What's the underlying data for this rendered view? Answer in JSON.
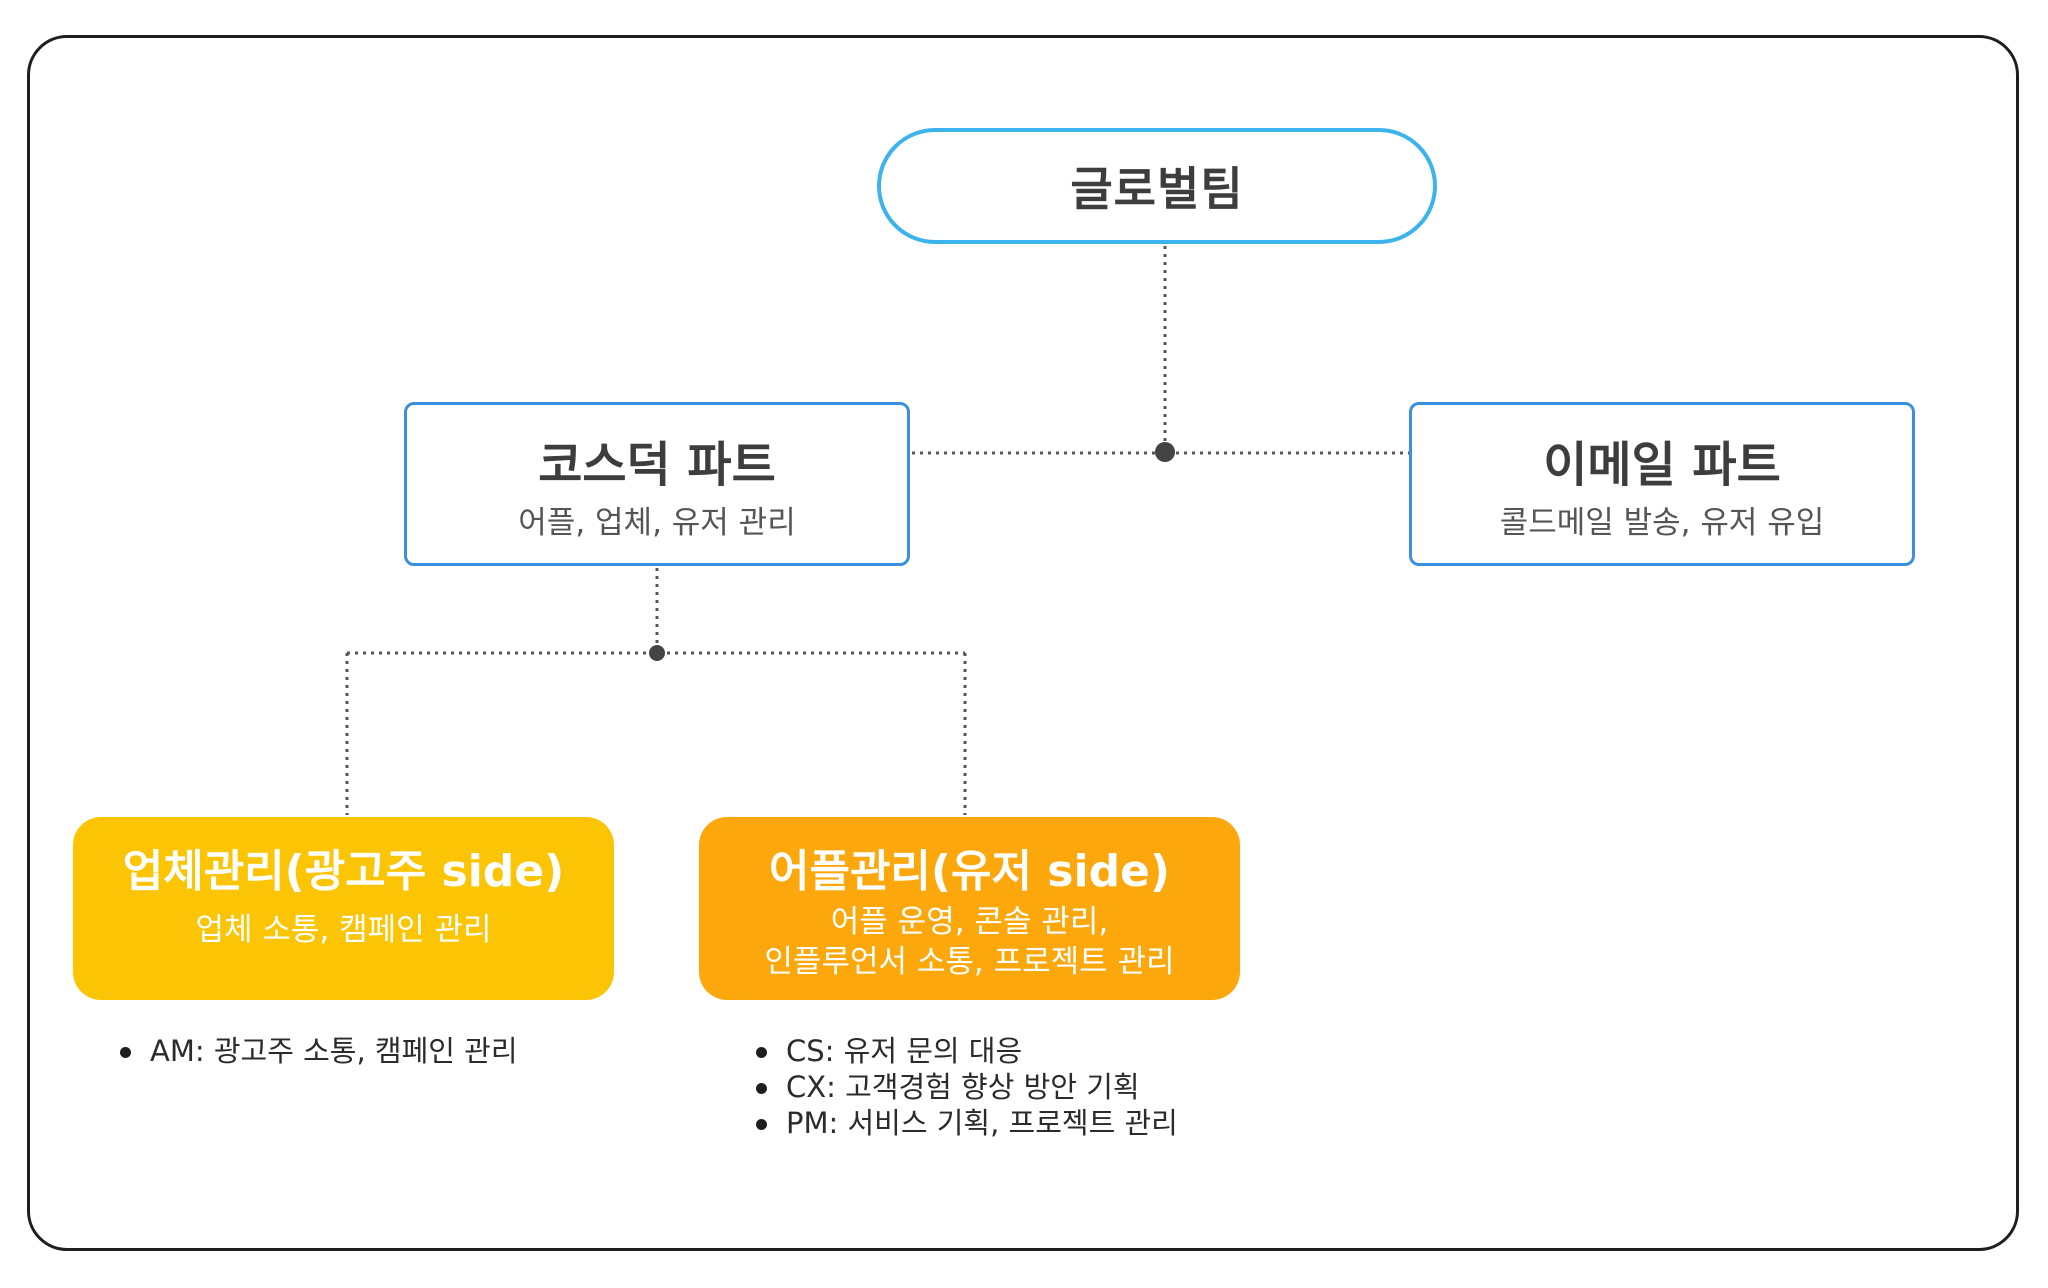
{
  "root": {
    "title": "글로벌팀"
  },
  "parts": [
    {
      "title": "코스덕 파트",
      "description": "어플, 업체, 유저 관리"
    },
    {
      "title": "이메일 파트",
      "description": "콜드메일 발송, 유저 유입"
    }
  ],
  "teams": [
    {
      "title": "업체관리(광고주 side)",
      "description": [
        "업체 소통, 캠페인 관리"
      ],
      "duties": [
        "AM: 광고주 소통, 캠페인 관리"
      ]
    },
    {
      "title": "어플관리(유저 side)",
      "description": [
        "어플 운영, 콘솔 관리,",
        "인플루언서 소통, 프로젝트 관리"
      ],
      "duties": [
        "CS: 유저 문의 대응",
        "CX: 고객경험 향상 방안 기획",
        "PM: 서비스 기획, 프로젝트 관리"
      ]
    }
  ],
  "colors": {
    "root_border": "#3db3ee",
    "part_border": "#3a8fe0",
    "vendor_team_fill": "#fbc405",
    "app_team_fill": "#fca70b",
    "connector": "#555555"
  }
}
